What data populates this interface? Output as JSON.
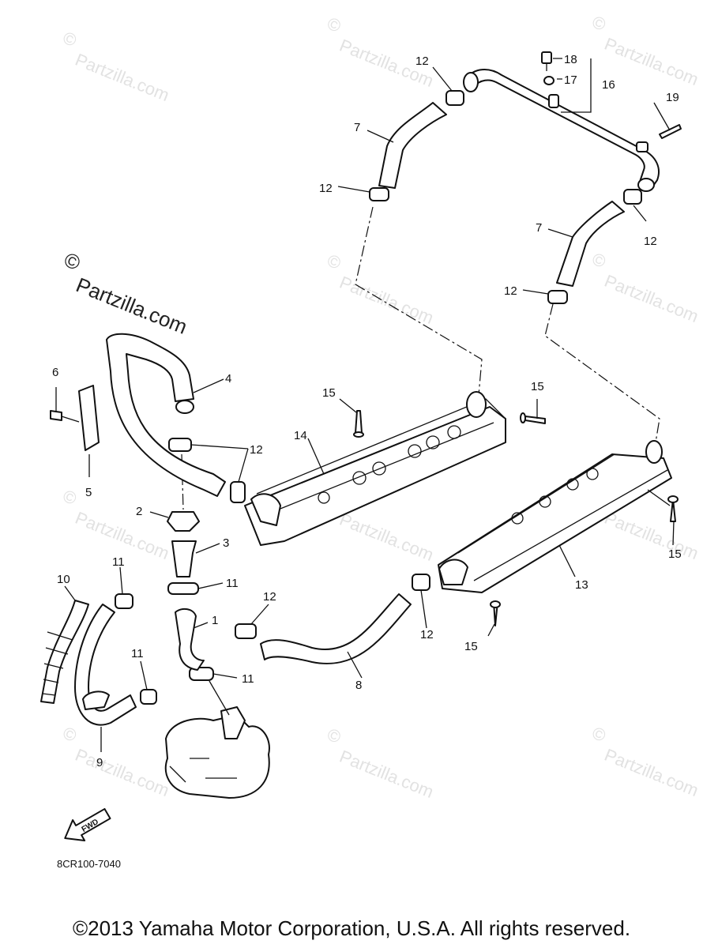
{
  "watermarks": {
    "prefix": "©",
    "text": "Partzilla.com"
  },
  "callouts": {
    "n1": "1",
    "n2": "2",
    "n3": "3",
    "n4": "4",
    "n5": "5",
    "n6": "6",
    "n7": "7",
    "n8": "8",
    "n9": "9",
    "n10": "10",
    "n11": "11",
    "n12": "12",
    "n13": "13",
    "n14": "14",
    "n15": "15",
    "n16": "16",
    "n17": "17",
    "n18": "18",
    "n19": "19"
  },
  "fwd_label": "FWD",
  "diagram_code": "8CR100-7040",
  "copyright": "©2013  Yamaha Motor Corporation, U.S.A. All rights reserved."
}
